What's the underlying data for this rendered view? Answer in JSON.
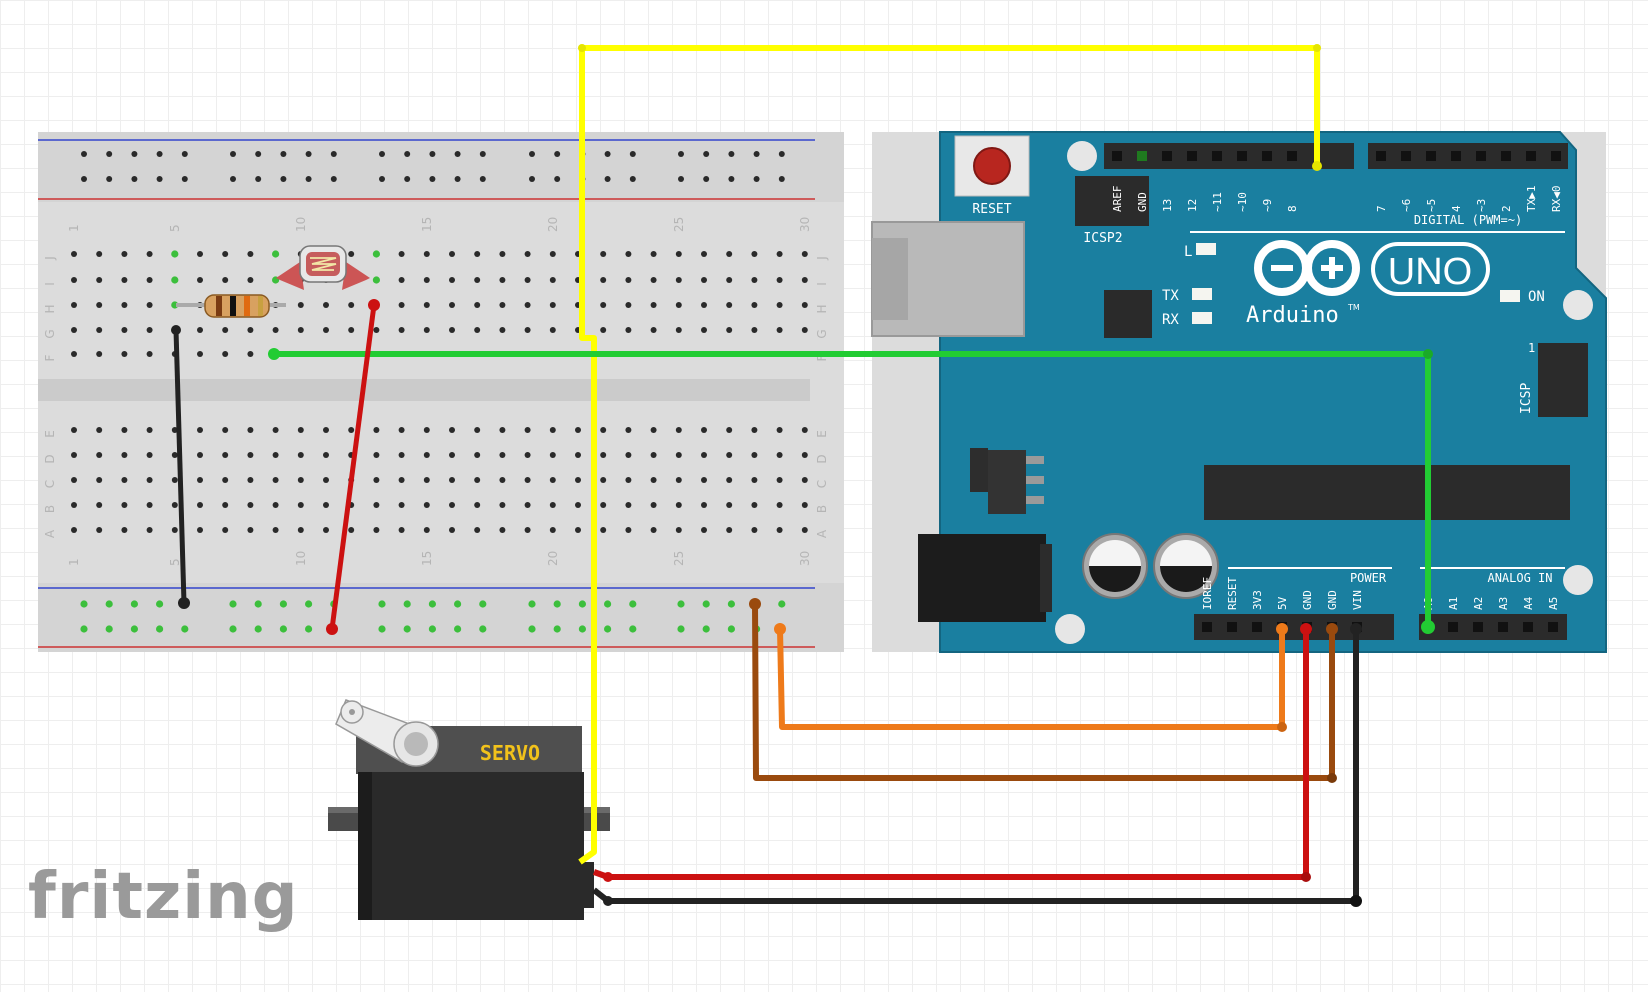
{
  "breadboard": {
    "top_column_numbers": [
      "1",
      "5",
      "10",
      "15",
      "20",
      "25",
      "30"
    ],
    "bottom_column_numbers": [
      "1",
      "5",
      "10",
      "15",
      "20",
      "25",
      "30"
    ],
    "row_letters_top": [
      "J",
      "I",
      "H",
      "G",
      "F"
    ],
    "row_letters_bottom": [
      "E",
      "D",
      "C",
      "B",
      "A"
    ]
  },
  "arduino": {
    "reset_label": "RESET",
    "icsp2_label": "ICSP2",
    "icsp_label": "ICSP",
    "icsp_pin1": "1",
    "led_l": "L",
    "led_tx": "TX",
    "led_rx": "RX",
    "led_on": "ON",
    "digital_label": "DIGITAL (PWM=~)",
    "digital_pins_left": [
      "AREF",
      "GND",
      "13",
      "12",
      "~11",
      "~10",
      "~9",
      "8"
    ],
    "digital_pins_right": [
      "7",
      "~6",
      "~5",
      "4",
      "~3",
      "2",
      "TX▶1",
      "RX◀0"
    ],
    "power_label": "POWER",
    "power_pins": [
      "IOREF",
      "RESET",
      "3V3",
      "5V",
      "GND",
      "GND",
      "VIN"
    ],
    "analog_label": "ANALOG IN",
    "analog_pins": [
      "A0",
      "A1",
      "A2",
      "A3",
      "A4",
      "A5"
    ],
    "logo_uno": "UNO",
    "logo_name": "Arduino",
    "logo_tm": "TM"
  },
  "servo": {
    "label": "SERVO"
  },
  "watermark": "fritzing",
  "colors": {
    "arduino_blue": "#1a7fa0",
    "wire_yellow": "#ffff00",
    "wire_green": "#22cc33",
    "wire_red": "#cc1111",
    "wire_black": "#222222",
    "wire_orange": "#ee7a1a",
    "wire_brown": "#9a4a0e"
  }
}
